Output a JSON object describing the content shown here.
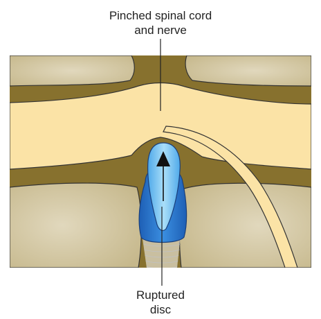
{
  "labels": {
    "top": {
      "line1": "Pinched spinal cord",
      "line2": "and nerve"
    },
    "bottom": {
      "line1": "Ruptured",
      "line2": "disc"
    }
  },
  "colors": {
    "bone": "#c9bc93",
    "bone_light": "#ddd5b8",
    "tissue": "#87712e",
    "spinal_cord": "#fbe3a6",
    "disc_dark": "#2a73c8",
    "disc_light": "#7cc7f2",
    "outline": "#333333"
  },
  "icons": [
    "arrow-up-icon"
  ]
}
